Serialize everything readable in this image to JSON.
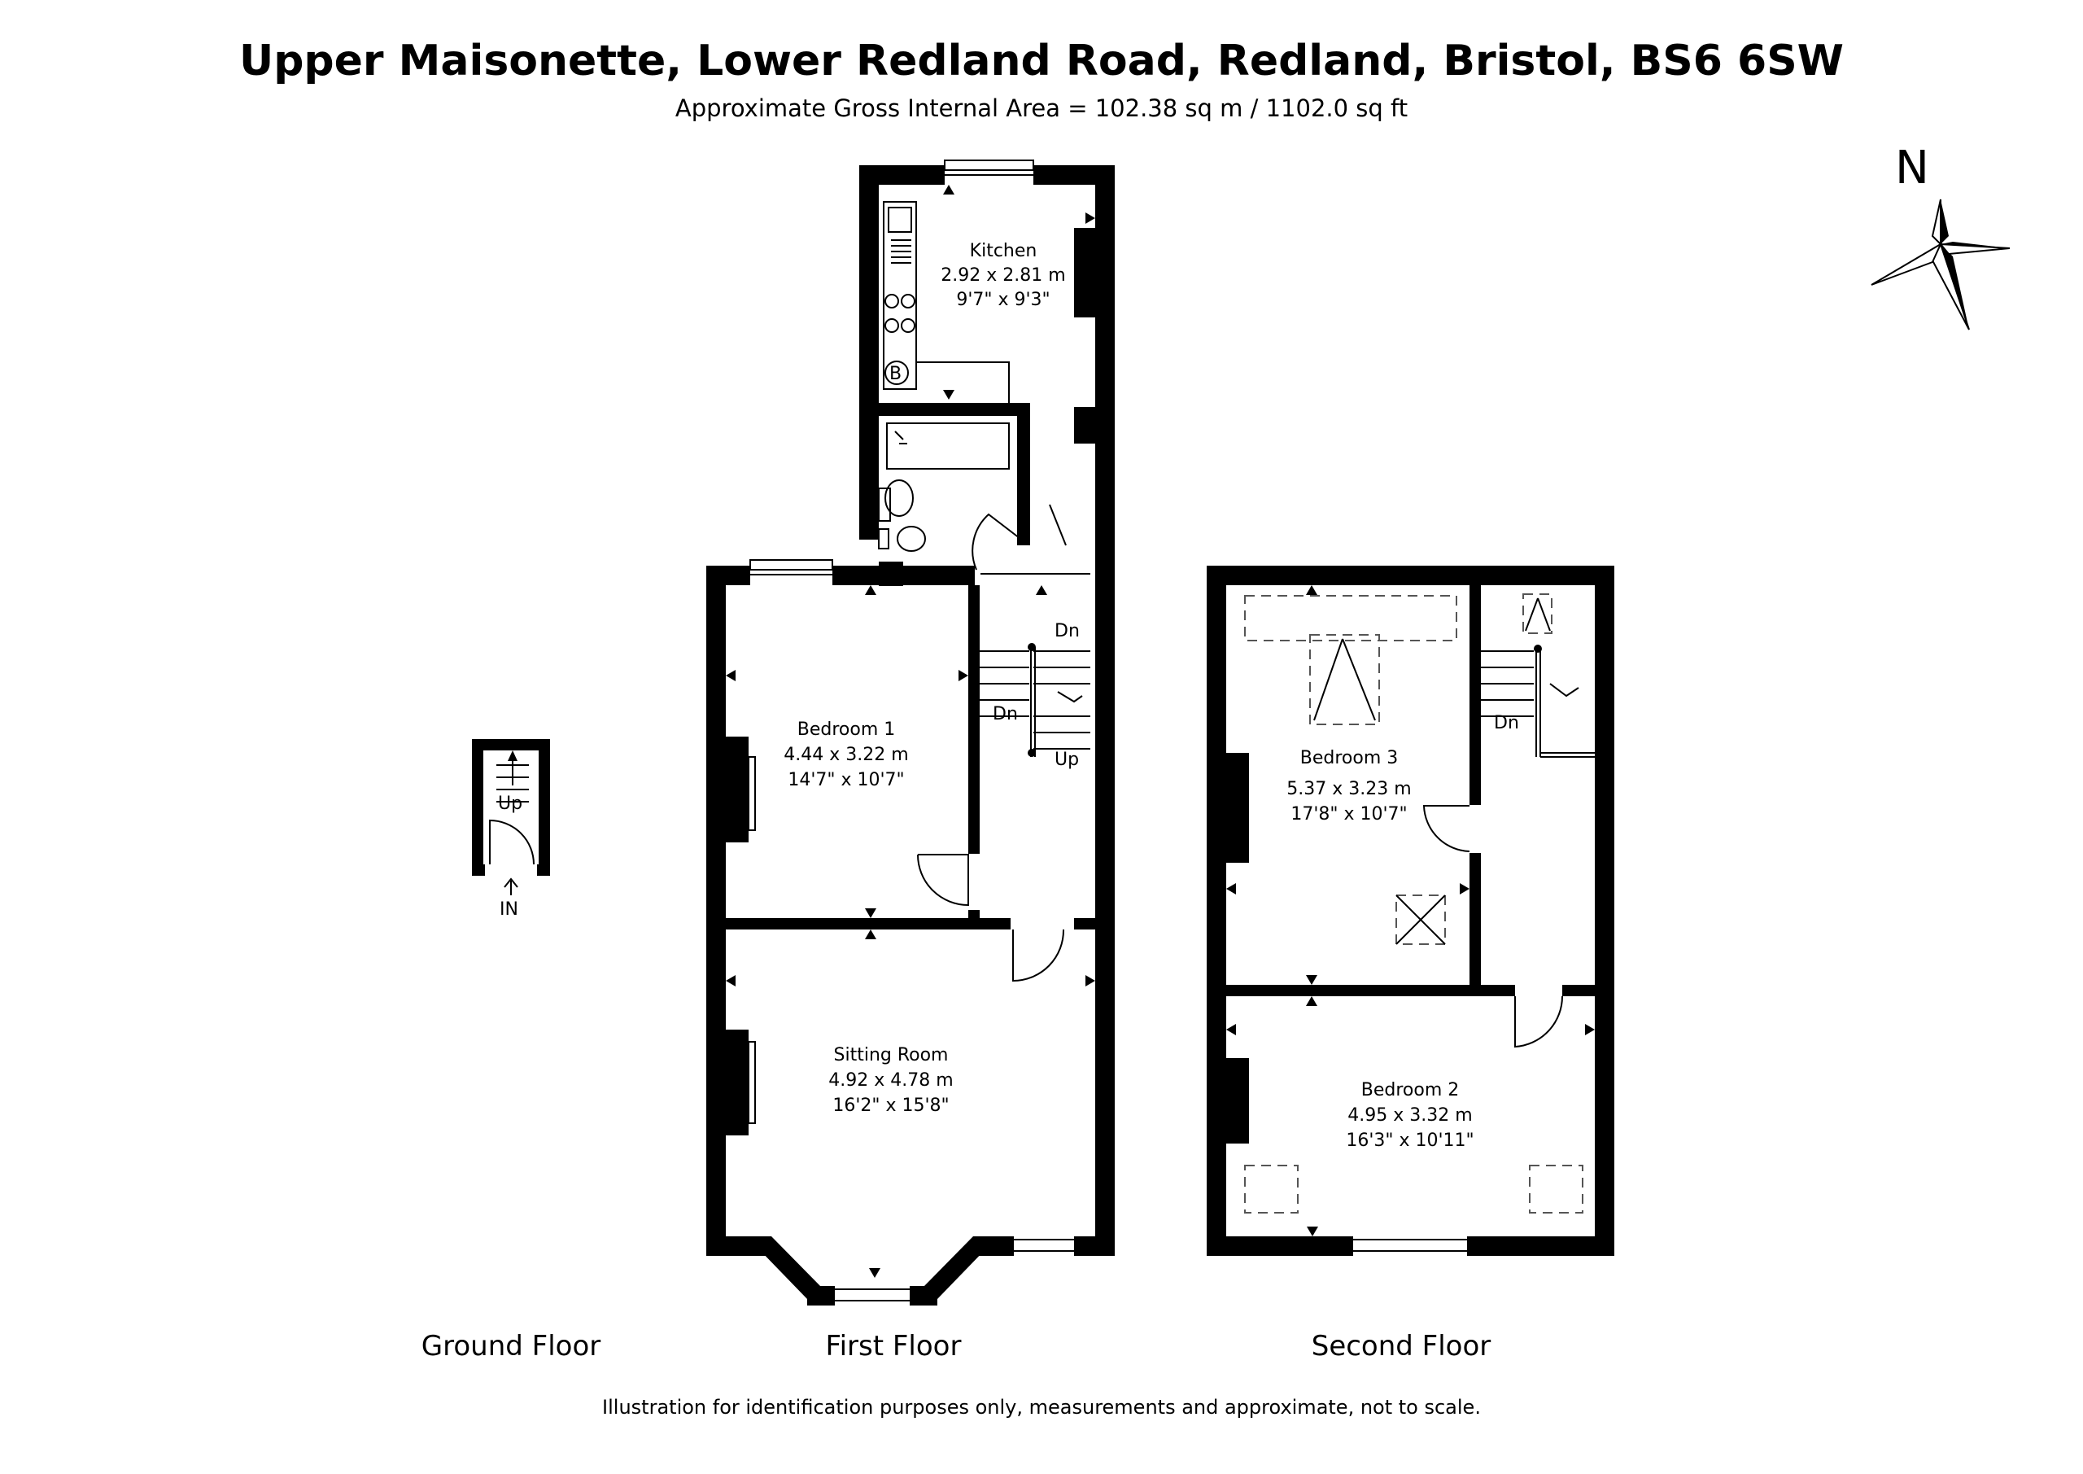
{
  "header": {
    "title": "Upper Maisonette, Lower Redland Road, Redland, Bristol, BS6 6SW",
    "area": "Approximate Gross Internal Area = 102.38 sq m / 1102.0 sq ft"
  },
  "compass": {
    "label": "N"
  },
  "rooms": {
    "kitchen": {
      "name": "Kitchen",
      "metric": "2.92 x 2.81 m",
      "imperial": "9'7\" x 9'3\""
    },
    "bedroom1": {
      "name": "Bedroom 1",
      "metric": "4.44 x 3.22 m",
      "imperial": "14'7\" x 10'7\""
    },
    "sitting": {
      "name": "Sitting Room",
      "metric": "4.92 x 4.78 m",
      "imperial": "16'2\" x 15'8\""
    },
    "bedroom3": {
      "name": "Bedroom 3",
      "metric": "5.37 x 3.23 m",
      "imperial": "17'8\" x 10'7\""
    },
    "bedroom2": {
      "name": "Bedroom 2",
      "metric": "4.95 x 3.32 m",
      "imperial": "16'3\" x 10'11\""
    }
  },
  "stair_labels": {
    "dn": "Dn",
    "up": "Up",
    "in": "IN",
    "boiler": "B"
  },
  "floors": {
    "ground": "Ground Floor",
    "first": "First Floor",
    "second": "Second Floor"
  },
  "footer": {
    "disclaimer": "Illustration for identification purposes only, measurements and approximate, not to scale."
  }
}
